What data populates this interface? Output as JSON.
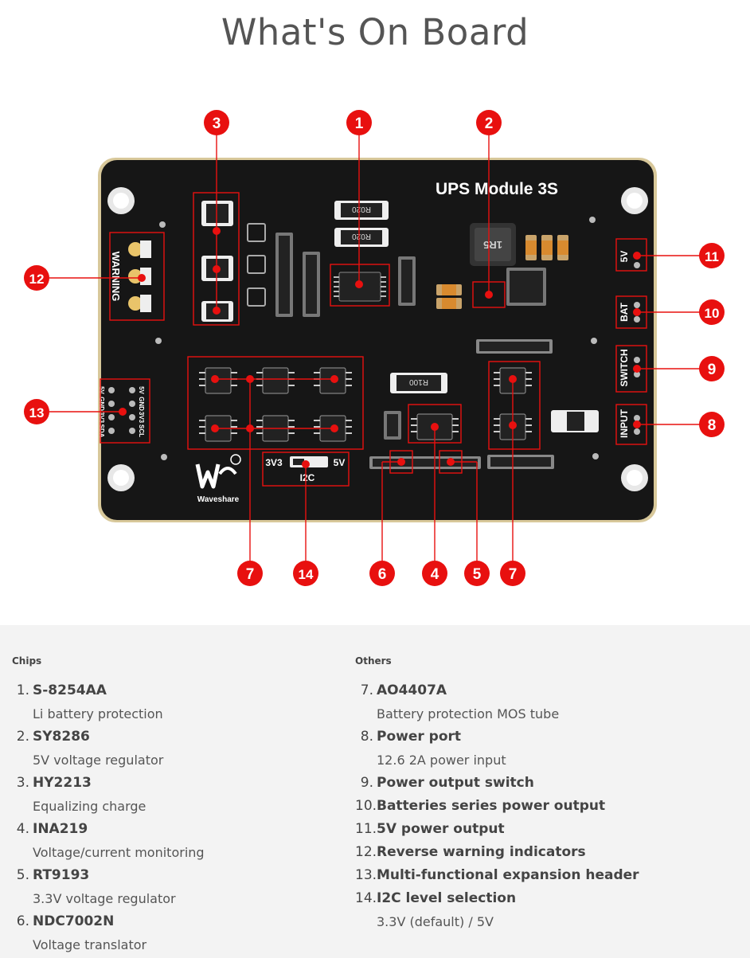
{
  "title": "What's On Board",
  "board": {
    "label": "UPS Module 3S",
    "brand": "Waveshare",
    "warning_label": "WARNING",
    "header_pins_left": [
      "5V",
      "GND",
      "3V3",
      "SDA"
    ],
    "header_pins_right": [
      "5V",
      "GND",
      "3V3",
      "SCL"
    ],
    "i2c_left": "3V3",
    "i2c_right": "5V",
    "i2c_label": "I2C",
    "port_5v": "5V",
    "port_bat": "BAT",
    "port_switch": "SWITCH",
    "port_input": "INPUT",
    "resistor_r020_a": "R020",
    "resistor_r020_b": "R020",
    "inductor_label": "1R5",
    "resistor_r100": "R100"
  },
  "callouts": [
    "1",
    "2",
    "3",
    "4",
    "5",
    "6",
    "7",
    "7",
    "8",
    "9",
    "10",
    "11",
    "12",
    "13",
    "14"
  ],
  "colors": {
    "callout_red": "#e8100f",
    "board_black": "#161616",
    "board_edge": "#d8c89a",
    "panel_bg": "#f3f3f3"
  },
  "lists": {
    "chips_heading": "Chips",
    "others_heading": "Others",
    "chips": [
      {
        "num": "1.",
        "name": "S-8254AA",
        "desc": "Li battery protection"
      },
      {
        "num": "2.",
        "name": "SY8286",
        "desc": "5V voltage regulator"
      },
      {
        "num": "3.",
        "name": "HY2213",
        "desc": "Equalizing charge"
      },
      {
        "num": "4.",
        "name": "INA219",
        "desc": "Voltage/current monitoring"
      },
      {
        "num": "5.",
        "name": "RT9193",
        "desc": "3.3V voltage regulator"
      },
      {
        "num": "6.",
        "name": "NDC7002N",
        "desc": "Voltage translator"
      }
    ],
    "others": [
      {
        "num": "7.",
        "name": "AO4407A",
        "desc": "Battery protection MOS tube"
      },
      {
        "num": "8.",
        "name": "Power port",
        "desc": "12.6 2A power input"
      },
      {
        "num": "9.",
        "name": "Power output switch",
        "desc": ""
      },
      {
        "num": "10.",
        "name": "Batteries series power output",
        "desc": ""
      },
      {
        "num": "11.",
        "name": "5V power output",
        "desc": ""
      },
      {
        "num": "12.",
        "name": "Reverse warning indicators",
        "desc": ""
      },
      {
        "num": "13.",
        "name": "Multi-functional expansion header",
        "desc": ""
      },
      {
        "num": "14.",
        "name": "I2C level selection",
        "desc": "3.3V (default) / 5V"
      }
    ]
  }
}
